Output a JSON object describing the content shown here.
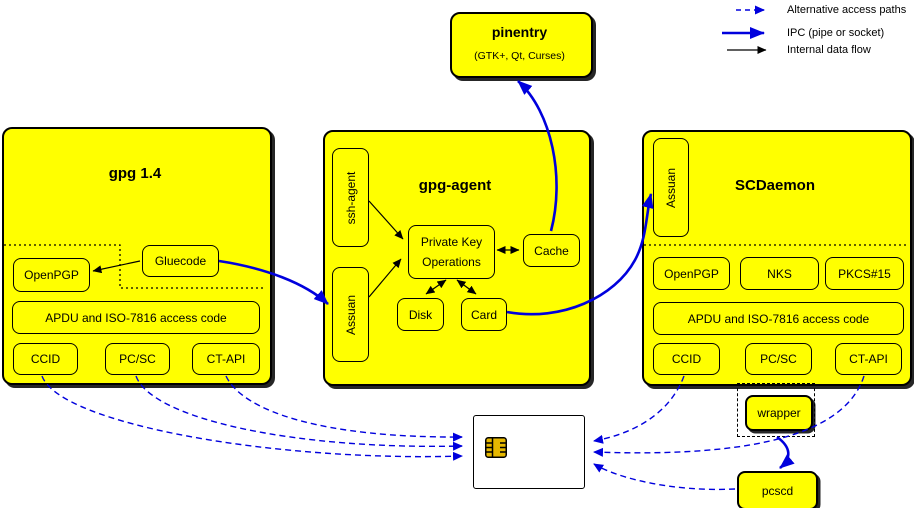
{
  "legend": {
    "alt": "Alternative access paths",
    "ipc": "IPC (pipe or socket)",
    "internal": "Internal data flow"
  },
  "pinentry": {
    "title": "pinentry",
    "subtitle": "(GTK+, Qt, Curses)"
  },
  "gpg14": {
    "title": "gpg 1.4",
    "gluecode": "Gluecode",
    "openpgp": "OpenPGP",
    "apdu": "APDU and ISO-7816 access code",
    "ccid": "CCID",
    "pcsc": "PC/SC",
    "ctapi": "CT-API"
  },
  "agent": {
    "title": "gpg-agent",
    "ssh": "ssh-agent",
    "assuan": "Assuan",
    "pko1": "Private Key",
    "pko2": "Operations",
    "cache": "Cache",
    "disk": "Disk",
    "card": "Card"
  },
  "scd": {
    "title": "SCDaemon",
    "assuan": "Assuan",
    "openpgp": "OpenPGP",
    "nks": "NKS",
    "pkcs15": "PKCS#15",
    "apdu": "APDU and ISO-7816 access code",
    "ccid": "CCID",
    "pcsc": "PC/SC",
    "ctapi": "CT-API"
  },
  "bottom": {
    "wrapper": "wrapper",
    "pcscd": "pcscd"
  },
  "colors": {
    "box_fill": "#ffff00",
    "line_blue": "#0000dd",
    "chip_gold": "#e6b800"
  }
}
